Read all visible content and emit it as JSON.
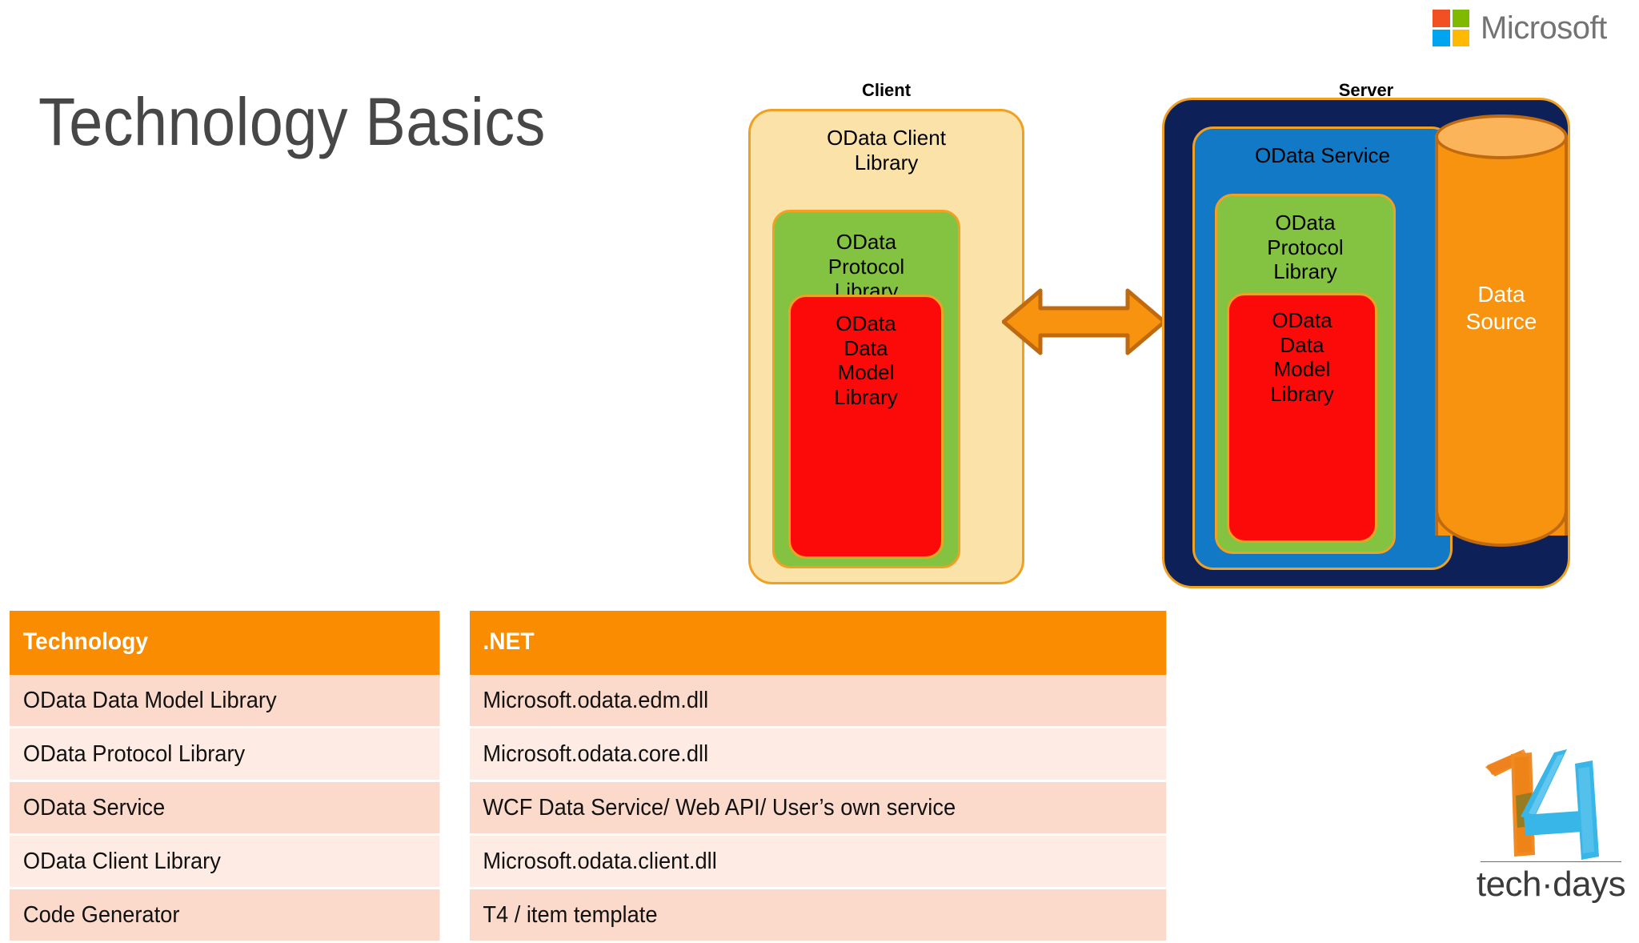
{
  "brand": {
    "microsoft_label": "Microsoft",
    "microsoft_colors": {
      "top_left": "#F25022",
      "top_right": "#7FBA00",
      "bottom_left": "#00A4EF",
      "bottom_right": "#FFB900"
    },
    "techdays_label": "tech·days",
    "techdays_year": "14",
    "techdays_colors": {
      "one": "#F08A22",
      "four": "#38B6E8"
    }
  },
  "page_title": "Technology Basics",
  "diagram": {
    "client": {
      "zone_label": "Client",
      "outer_label": "OData Client\nLibrary",
      "outer_label_line1": "OData Client",
      "outer_label_line2": "Library",
      "protocol_label_line1": "OData",
      "protocol_label_line2": "Protocol",
      "protocol_label_line3": "Library",
      "model_label_line1": "OData",
      "model_label_line2": "Data",
      "model_label_line3": "Model",
      "model_label_line4": "Library",
      "colors": {
        "outer": "#FBE2A8",
        "protocol": "#83C341",
        "model": "#FC0A0A",
        "border": "#F0A022"
      }
    },
    "server": {
      "zone_label": "Server",
      "service_label": "OData Service",
      "protocol_label_line1": "OData",
      "protocol_label_line2": "Protocol",
      "protocol_label_line3": "Library",
      "model_label_line1": "OData",
      "model_label_line2": "Data",
      "model_label_line3": "Model",
      "model_label_line4": "Library",
      "data_source_line1": "Data",
      "data_source_line2": "Source",
      "colors": {
        "outer": "#0D2058",
        "service": "#1279C6",
        "protocol": "#83C341",
        "model": "#FC0A0A",
        "data_source": "#F7930E",
        "border": "#F0A022"
      }
    },
    "connector": {
      "name": "bidirectional-arrow",
      "color": "#F7930E",
      "border_color": "#C06A10"
    }
  },
  "table": {
    "headers": [
      "Technology",
      ".NET"
    ],
    "header_bg": "#F98C00",
    "rows": [
      [
        "OData Data Model Library",
        "Microsoft.odata.edm.dll"
      ],
      [
        "OData Protocol Library",
        "Microsoft.odata.core.dll"
      ],
      [
        "OData Service",
        "WCF Data Service/ Web API/ User’s own service"
      ],
      [
        "OData Client Library",
        "Microsoft.odata.client.dll"
      ],
      [
        "Code Generator",
        "T4 / item template"
      ]
    ]
  }
}
